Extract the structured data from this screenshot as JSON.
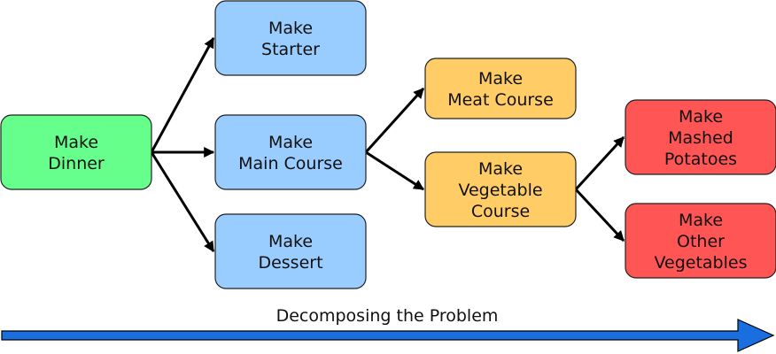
{
  "colors": {
    "green": "#66ff8c",
    "blue": "#99ccff",
    "orange": "#ffcc66",
    "red": "#ff5555",
    "progress_arrow": "#1a6fe0"
  },
  "nodes": {
    "dinner": {
      "lines": [
        "Make",
        "Dinner"
      ],
      "color": "green"
    },
    "starter": {
      "lines": [
        "Make",
        "Starter"
      ],
      "color": "blue"
    },
    "main_course": {
      "lines": [
        "Make",
        "Main Course"
      ],
      "color": "blue"
    },
    "dessert": {
      "lines": [
        "Make",
        "Dessert"
      ],
      "color": "blue"
    },
    "meat_course": {
      "lines": [
        "Make",
        "Meat Course"
      ],
      "color": "orange"
    },
    "vegetable_course": {
      "lines": [
        "Make",
        "Vegetable",
        "Course"
      ],
      "color": "orange"
    },
    "mashed_potatoes": {
      "lines": [
        "Make",
        "Mashed",
        "Potatoes"
      ],
      "color": "red"
    },
    "other_vegetables": {
      "lines": [
        "Make",
        "Other",
        "Vegetables"
      ],
      "color": "red"
    }
  },
  "edges": [
    [
      "dinner",
      "starter"
    ],
    [
      "dinner",
      "main_course"
    ],
    [
      "dinner",
      "dessert"
    ],
    [
      "main_course",
      "meat_course"
    ],
    [
      "main_course",
      "vegetable_course"
    ],
    [
      "vegetable_course",
      "mashed_potatoes"
    ],
    [
      "vegetable_course",
      "other_vegetables"
    ]
  ],
  "axis": {
    "label": "Decomposing the Problem"
  }
}
